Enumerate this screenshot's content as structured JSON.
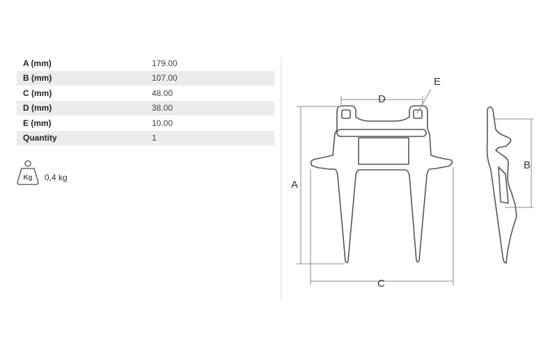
{
  "specs": [
    {
      "label": "A (mm)",
      "value": "179.00"
    },
    {
      "label": "B (mm)",
      "value": "107.00"
    },
    {
      "label": "C (mm)",
      "value": "48.00"
    },
    {
      "label": "D (mm)",
      "value": "38.00"
    },
    {
      "label": "E (mm)",
      "value": "10.00"
    },
    {
      "label": "Quantity",
      "value": "1"
    }
  ],
  "weight": {
    "icon": "weight-kg-icon",
    "icon_text": "Kg",
    "value": "0,4 kg"
  },
  "drawing": {
    "labels": {
      "a": "A",
      "b": "B",
      "c": "C",
      "d": "D",
      "e": "E"
    },
    "colors": {
      "line": "#555555",
      "dim": "#888888"
    }
  }
}
